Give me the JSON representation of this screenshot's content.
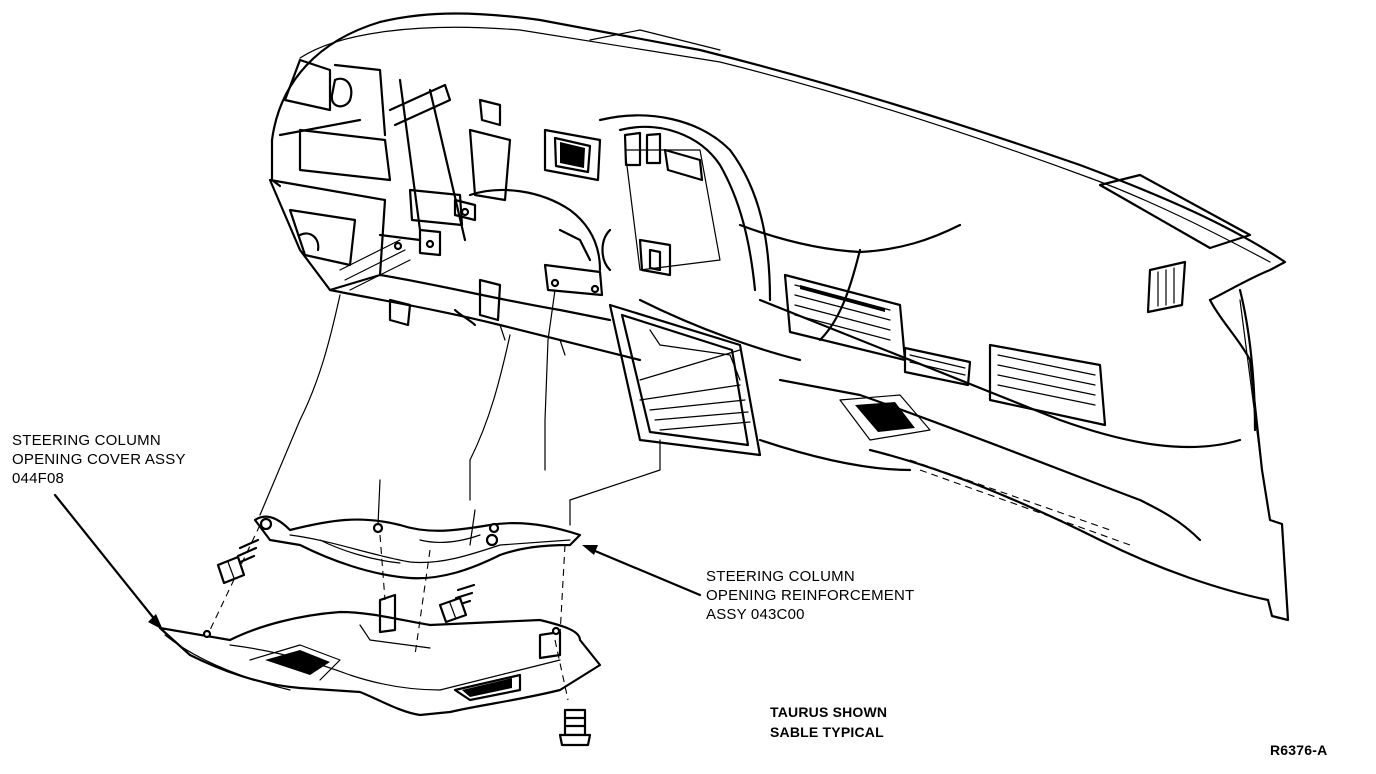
{
  "labels": {
    "cover_assy": [
      "STEERING COLUMN",
      "OPENING COVER ASSY",
      "044F08"
    ],
    "reinforcement_assy": [
      "STEERING COLUMN",
      "OPENING REINFORCEMENT",
      "ASSY 043C00"
    ],
    "model_note": [
      "TAURUS SHOWN",
      "SABLE TYPICAL"
    ],
    "figure_id": "R6376-A"
  }
}
